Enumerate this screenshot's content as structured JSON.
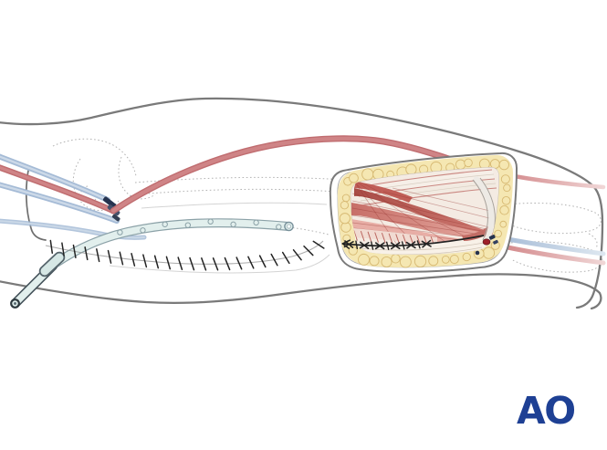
{
  "figure": {
    "kind": "surgical-illustration",
    "logo": {
      "text": "AO"
    },
    "colors": {
      "background": "#ffffff",
      "outline": "#7a7a7a",
      "bone_line": "#a0a0a0",
      "artery": "#cf8486",
      "artery_deep": "#c06d70",
      "artery_light": "#eccfcf",
      "vein": "#a5bbd6",
      "vein_light": "#ccd9e8",
      "tube_fill": "#e2efed",
      "tube_edge": "#44525a",
      "tube_edge_light": "#8ba1a7",
      "fat": "#f5e7b2",
      "fat_edge": "#cfae63",
      "muscle_dark": "#b2524c",
      "muscle_mid": "#d5857d",
      "muscle_light": "#e8aea6",
      "tendon": "#f6efe8",
      "interior_bg": "#f4ebe3",
      "suture": "#232323",
      "ligature_red": "#9e2029",
      "clip_navy": "#26324e",
      "logo_blue": "#1e4094"
    },
    "marks": {
      "incision_suture_ticks": 24,
      "window_x_sutures": 6,
      "window_minor_ticks": 5,
      "drain_fenestrations": 8,
      "fat_lobules": 40,
      "hatch_lines": 13
    }
  }
}
